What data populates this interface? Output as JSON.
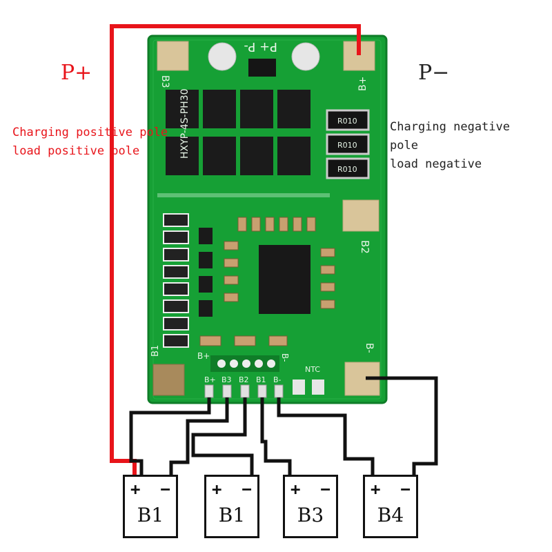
{
  "colors": {
    "positive_wire": "#e8141a",
    "negative_wire": "#111111",
    "pcb_green": "#16a035",
    "pcb_dark": "#0f7d28",
    "pad_gold": "#d9c59a",
    "label_red": "#e8141a",
    "label_dark": "#222222"
  },
  "labels": {
    "p_plus": "P+",
    "p_minus": "P−",
    "left_note_line1": "Charging positive pole",
    "left_note_line2": "load positive pole",
    "right_note_line1": "Charging negative",
    "right_note_line2": "pole",
    "right_note_line3": "load negative"
  },
  "pcb": {
    "model_text": "HXYP-4S-PH30",
    "top_text": "P+ P-",
    "pad_b3": "B3",
    "pad_bplus": "B+",
    "pad_b2": "B2",
    "pad_b1": "B1",
    "pad_bminus": "B-",
    "ntc": "NTC",
    "resistor_mark": "R010",
    "edge_bplus": "B+",
    "edge_bminus": "B-",
    "pins": [
      "B+",
      "B3",
      "B2",
      "B1",
      "B-"
    ]
  },
  "batteries": [
    {
      "name": "B1",
      "plus": "+",
      "minus": "−"
    },
    {
      "name": "B1",
      "plus": "+",
      "minus": "−"
    },
    {
      "name": "B3",
      "plus": "+",
      "minus": "−"
    },
    {
      "name": "B4",
      "plus": "+",
      "minus": "−"
    }
  ]
}
